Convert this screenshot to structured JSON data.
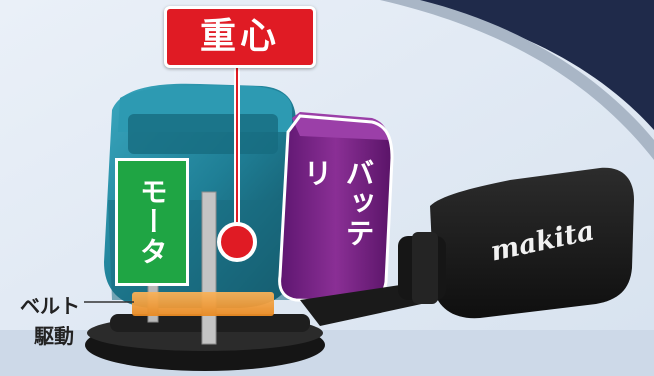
{
  "labels": {
    "center_of_gravity": "重心",
    "motor": "モータ",
    "battery": "バッテリ",
    "belt_drive_line1": "ベルト",
    "belt_drive_line2": "駆動",
    "brand_logo": "makita"
  },
  "colors": {
    "background": "#dde7f3",
    "cog_badge": "#e01b24",
    "motor_label": "#1fa544",
    "battery_body": "#7d2387",
    "tool_body": "#2a8aa0",
    "belt": "#f39a3a",
    "dust_bag": "#1c1c1c"
  }
}
